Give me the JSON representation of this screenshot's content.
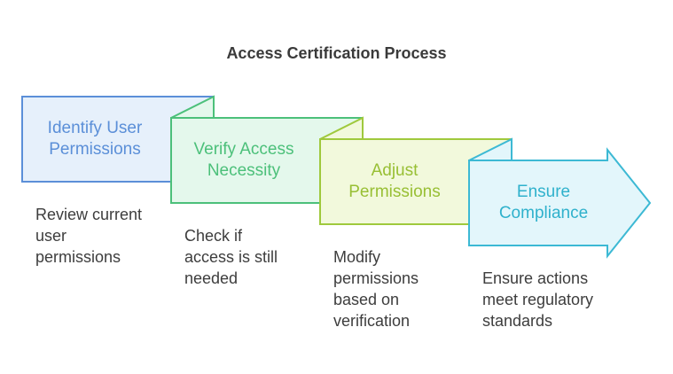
{
  "title": "Access Certification Process",
  "steps": [
    {
      "label_lines": [
        "Identify User",
        "Permissions"
      ],
      "description": "Review current\nuser\npermissions",
      "stroke": "#5b8fd8",
      "fill": "#e6f0fb",
      "text_color": "#5b8fd8"
    },
    {
      "label_lines": [
        "Verify Access",
        "Necessity"
      ],
      "description": "Check if\naccess is still\nneeded",
      "stroke": "#4cc07a",
      "fill": "#e4f8ec",
      "text_color": "#4cc07a"
    },
    {
      "label_lines": [
        "Adjust",
        "Permissions"
      ],
      "description": "Modify\npermissions\nbased on\nverification",
      "stroke": "#9fc93c",
      "fill": "#f2f9dc",
      "text_color": "#98bf34"
    },
    {
      "label_lines": [
        "Ensure",
        "Compliance"
      ],
      "description": "Ensure actions\nmeet regulatory\nstandards",
      "stroke": "#3cb9d4",
      "fill": "#e3f6fb",
      "text_color": "#2fb1cc"
    }
  ]
}
